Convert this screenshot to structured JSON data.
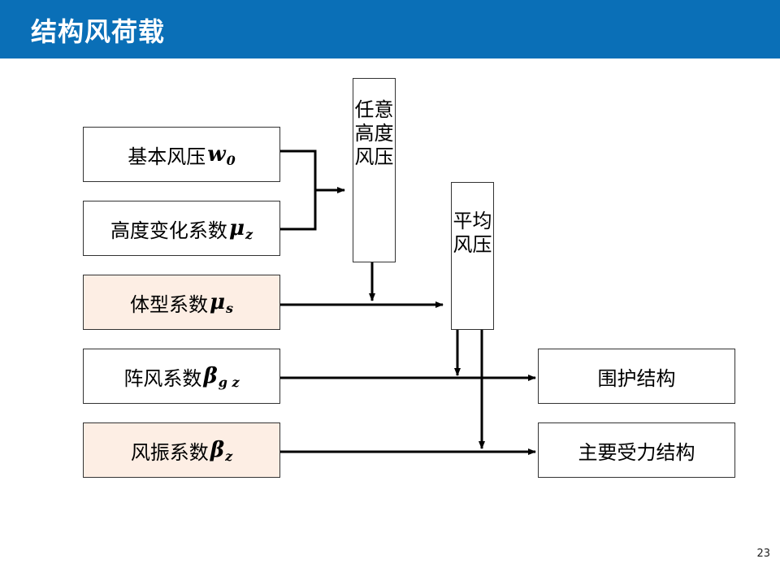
{
  "title": "结构风荷载",
  "page_number": "23",
  "inputs": {
    "basic_pressure": {
      "label": "基本风压",
      "symbol": "w",
      "sub": "0"
    },
    "height_coef": {
      "label": "高度变化系数",
      "symbol": "μ",
      "sub": "z"
    },
    "shape_coef": {
      "label": "体型系数",
      "symbol": "μ",
      "sub": "s"
    },
    "gust_coef": {
      "label": "阵风系数",
      "symbol": "β",
      "sub": "g z"
    },
    "vibration_coef": {
      "label": "风振系数",
      "symbol": "β",
      "sub": "z"
    }
  },
  "intermediate": {
    "height_pressure": "任意高度风压",
    "mean_pressure": "平均风压"
  },
  "outputs": {
    "cladding": "围护结构",
    "main_structure": "主要受力结构"
  },
  "colors": {
    "title_bar": "#0a6fb7",
    "shaded_box": "#fdeee4"
  }
}
